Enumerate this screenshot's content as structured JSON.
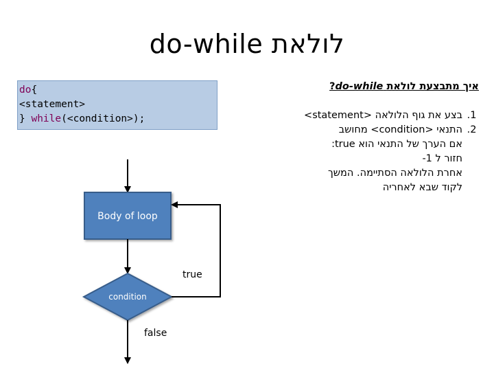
{
  "slide": {
    "title_code": "do-while",
    "title_he": "לולאת"
  },
  "code": {
    "line1_kw": "do",
    "line1_rest": "{",
    "line2": "<statement>",
    "line3_pre": "} ",
    "line3_kw": "while",
    "line3_rest": "(<condition>);"
  },
  "explanation": {
    "heading_he": "איך מתבצעת לולאת",
    "heading_code": "do-while",
    "heading_q": "?",
    "step1_he": "בצע את גוף הלולאה",
    "step1_code": "<statement>",
    "step2_he": "התנאי",
    "step2_code": "<condition>",
    "step2_he2": "מחושב",
    "step2_line2": "אם הערך של התנאי הוא true:",
    "step2_line3": "חזור ל 1-",
    "step2_line4": "אחרת הלולאה הסתיימה. המשך",
    "step2_line5": "לקוד שבא לאחריה"
  },
  "flowchart": {
    "body_label": "Body of loop",
    "condition_label": "condition",
    "true_label": "true",
    "false_label": "false",
    "colors": {
      "node_fill": "#4f81bd",
      "node_stroke": "#385d8a",
      "edge": "#000000"
    }
  }
}
